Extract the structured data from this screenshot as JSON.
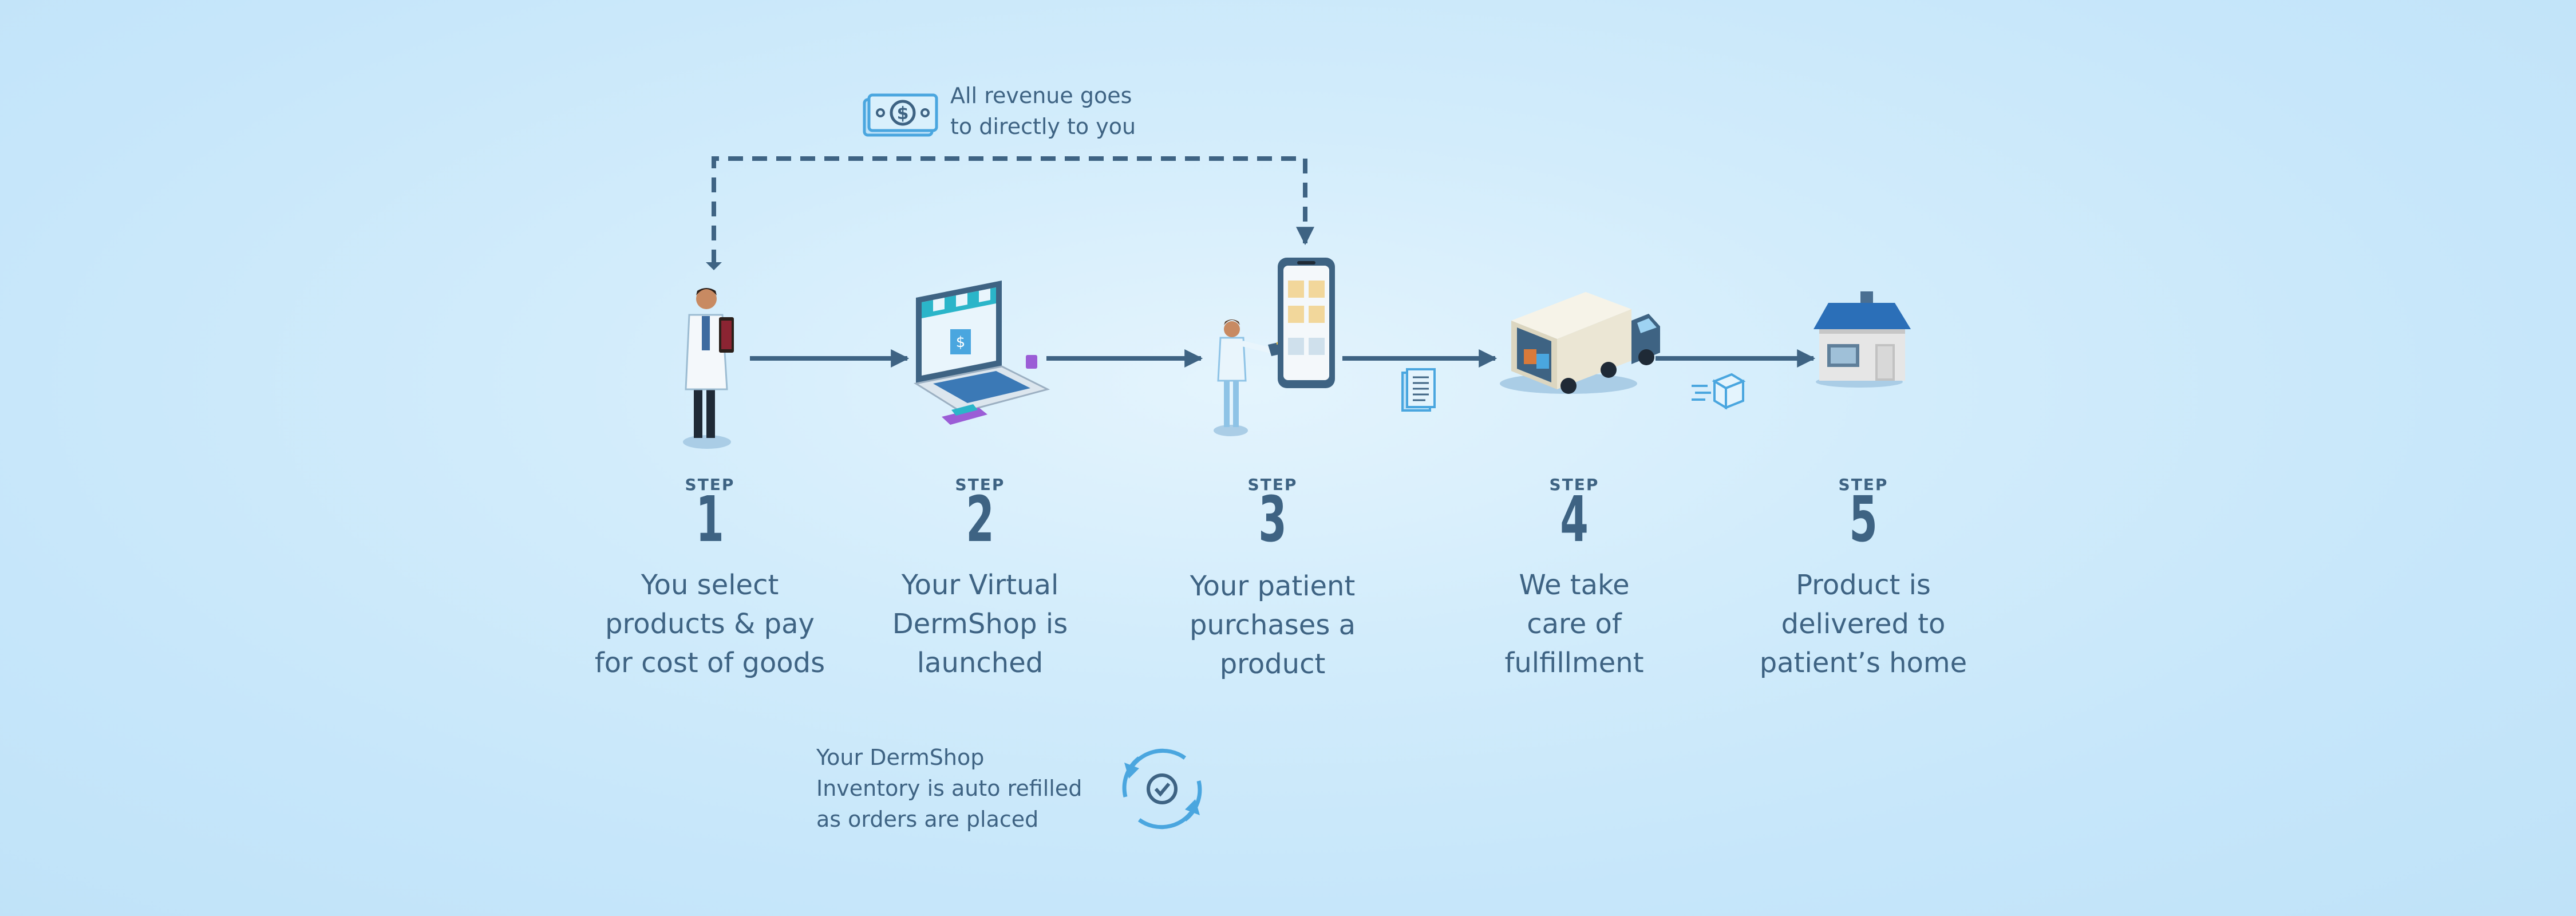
{
  "revenue_note": [
    "All revenue goes",
    "to directly to you"
  ],
  "step_word": "STEP",
  "steps": [
    {
      "number": "1",
      "lines": [
        "You select",
        "products & pay",
        "for cost of goods"
      ],
      "icon": "doctor-icon"
    },
    {
      "number": "2",
      "lines": [
        "Your Virtual",
        "DermShop is",
        "launched"
      ],
      "icon": "laptop-shop-icon"
    },
    {
      "number": "3",
      "lines": [
        "Your patient",
        "purchases a",
        "product"
      ],
      "icon": "patient-phone-icon"
    },
    {
      "number": "4",
      "lines": [
        "We take",
        "care of",
        "fulfillment"
      ],
      "icon": "delivery-truck-icon"
    },
    {
      "number": "5",
      "lines": [
        "Product is",
        "delivered to",
        "patient’s home"
      ],
      "icon": "house-icon"
    }
  ],
  "inventory_note": [
    "Your DermShop",
    "Inventory is auto refilled",
    "as orders are placed"
  ],
  "colors": {
    "arrow": "#3e6383",
    "accent": "#4aa6df",
    "text": "#3e6383"
  }
}
